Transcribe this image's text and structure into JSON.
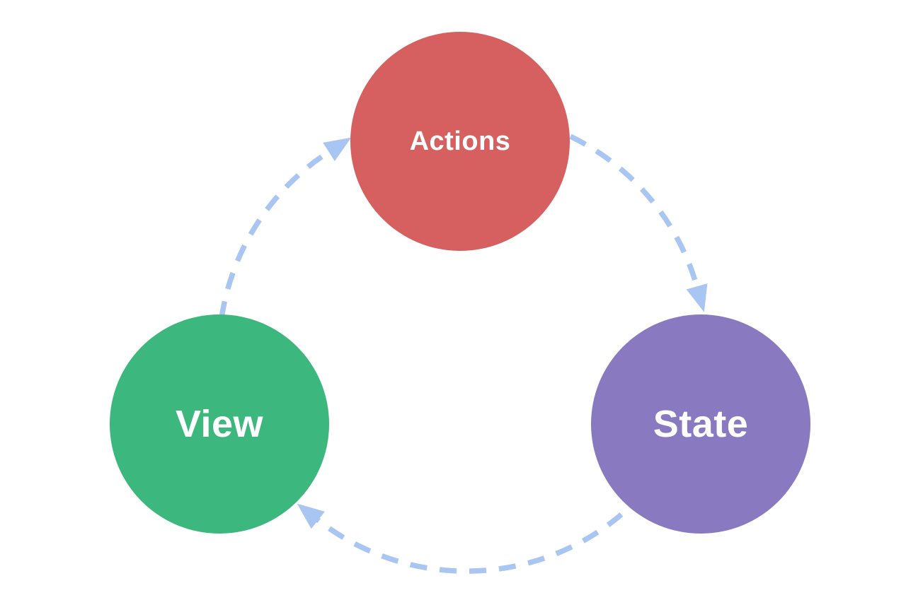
{
  "diagram": {
    "type": "cycle-flow",
    "background_color": "#ffffff",
    "arrow_color": "#a9c5f1",
    "arrow_style": "dashed",
    "direction": "clockwise",
    "nodes": [
      {
        "id": "actions",
        "label": "Actions",
        "shape": "circle",
        "color": "#d65f5f",
        "text_color": "#ffffff",
        "position": "top"
      },
      {
        "id": "state",
        "label": "State",
        "shape": "circle",
        "color": "#8979c0",
        "text_color": "#ffffff",
        "position": "right"
      },
      {
        "id": "view",
        "label": "View",
        "shape": "circle",
        "color": "#3cb77d",
        "text_color": "#ffffff",
        "position": "left"
      }
    ],
    "edges": [
      {
        "from": "actions",
        "to": "state"
      },
      {
        "from": "state",
        "to": "view"
      },
      {
        "from": "view",
        "to": "actions"
      }
    ]
  }
}
